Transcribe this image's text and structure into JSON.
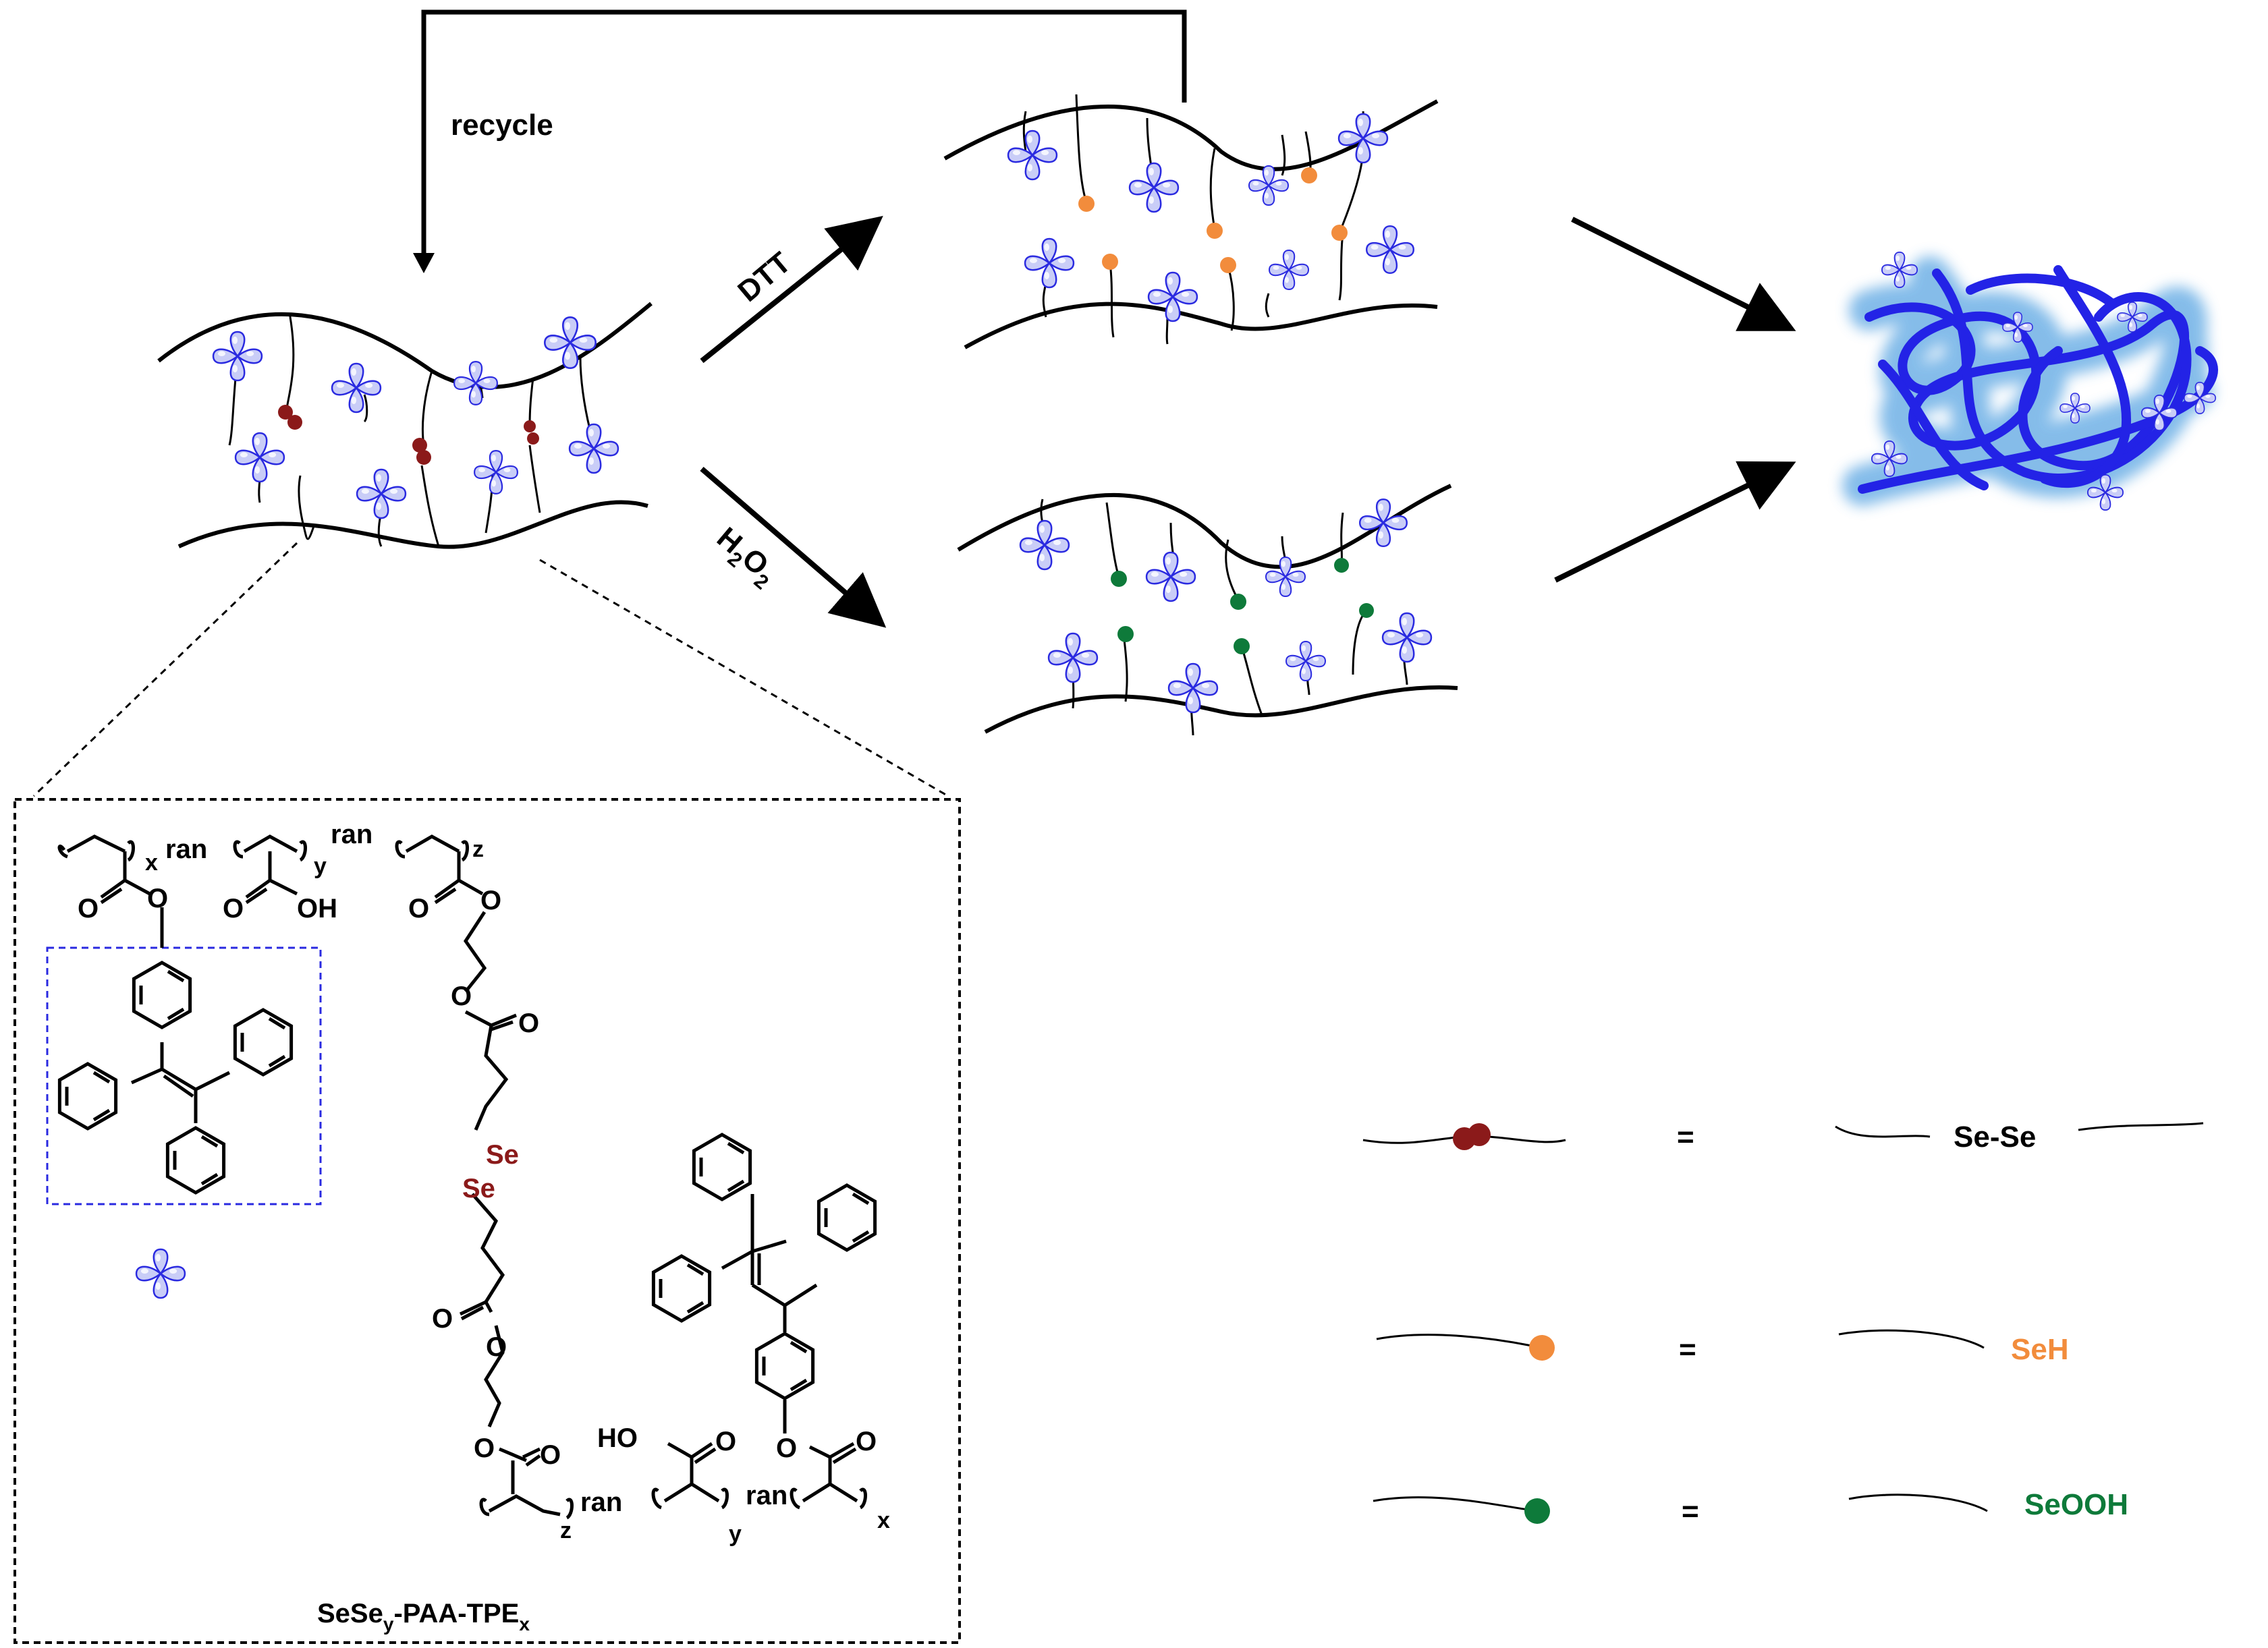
{
  "labels": {
    "recycle": "recycle",
    "dtt": "DTT",
    "h2o2": {
      "main": "H",
      "sub1": "2",
      "mid": "O",
      "sub2": "2"
    },
    "polymer_name": {
      "a": "SeSe",
      "sub_y": "y",
      "b": "-PAA-TPE",
      "sub_x": "x"
    }
  },
  "structure": {
    "ran": "ran",
    "x": "x",
    "y": "y",
    "z": "z",
    "O": "O",
    "OH": "OH",
    "HO": "HO",
    "Se": "Se"
  },
  "legend": {
    "equals": "=",
    "items": [
      {
        "label": "Se-Se",
        "color": "#8b1a1a"
      },
      {
        "label": "SeH",
        "color": "#f28c3c"
      },
      {
        "label": "SeOOH",
        "color": "#0e7a3a"
      }
    ]
  },
  "colors": {
    "tpe_blue": "#2a2ae0",
    "tpe_fill": "#c9cdf7",
    "diselenide": "#8b1a1a",
    "selenol": "#f28c3c",
    "seleninic": "#0e7a3a",
    "aggregate": "#2323e6",
    "aggregate_glow": "#6fb1e6",
    "selenium_text": "#8b1a1a"
  }
}
